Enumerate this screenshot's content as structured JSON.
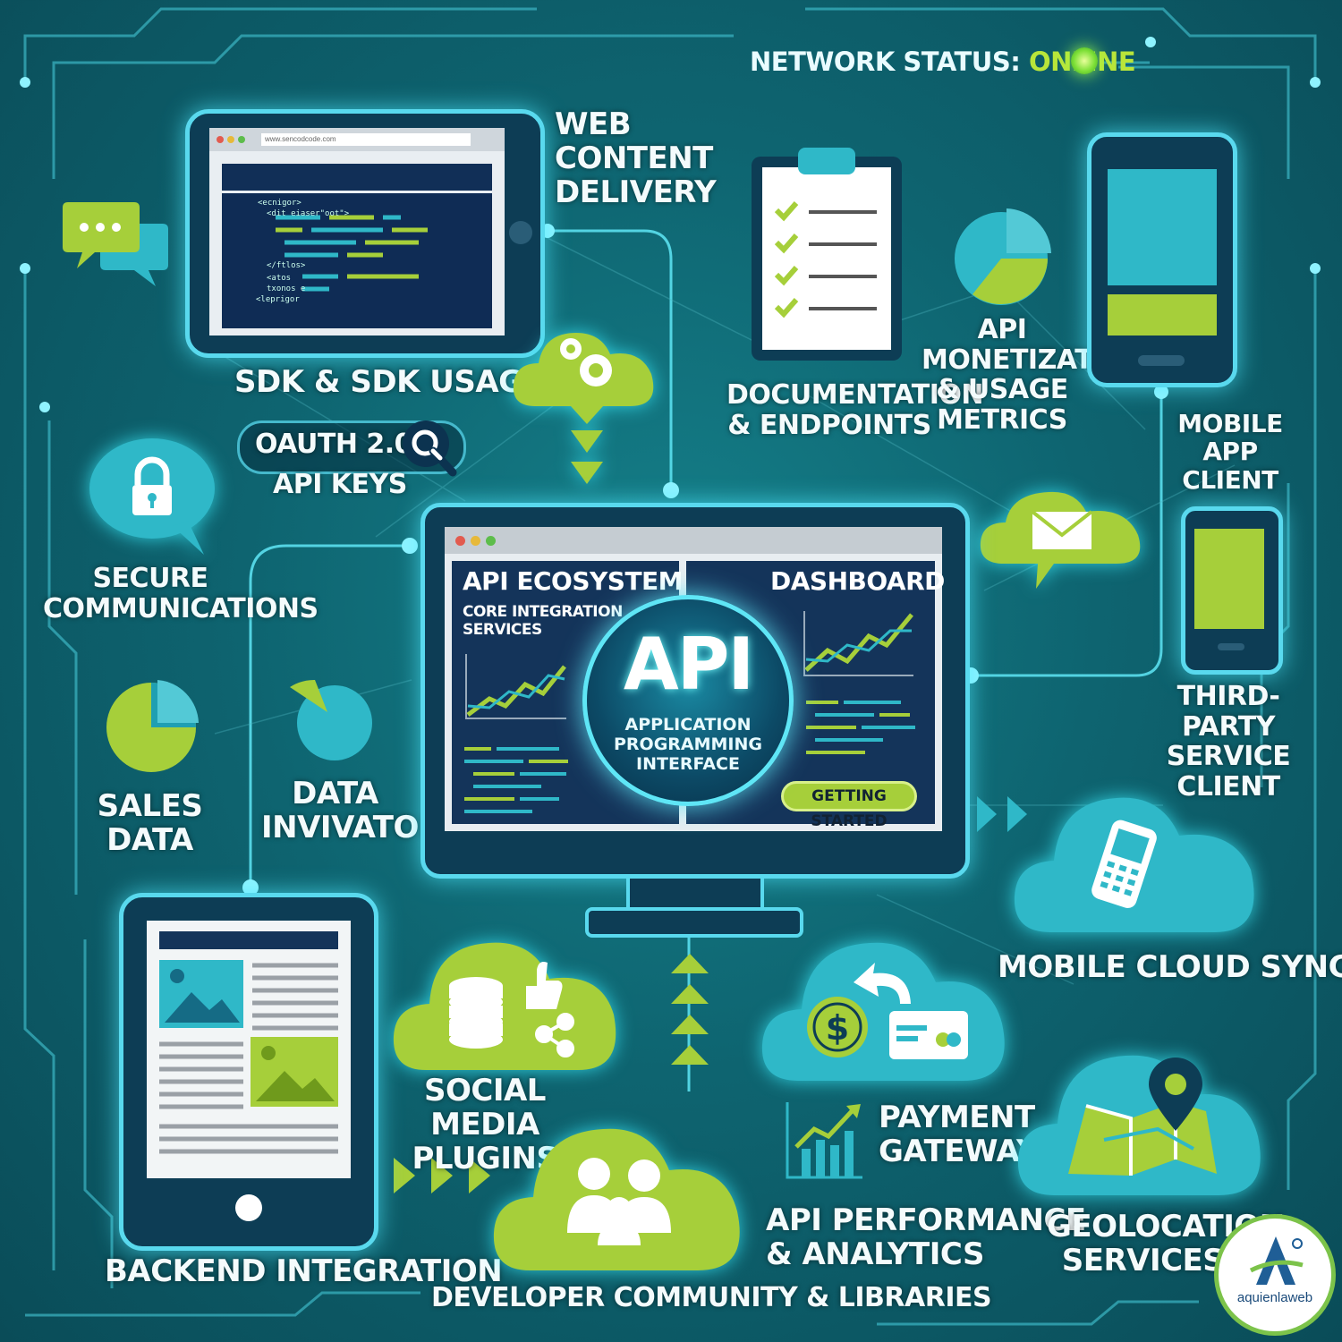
{
  "status": {
    "prefix": "NETWORK STATUS:",
    "value": "ONLINE"
  },
  "labels": {
    "web_content": "WEB\nCONTENT\nDELIVERY",
    "sdk": "SDK & SDK USAGE",
    "oauth_line1": "OAUTH 2.0 /",
    "oauth_line2": "API KEYS",
    "secure": "SECURE\nCOMMUNICATIONS",
    "documentation": "DOCUMENTATION\n& ENDPOINTS",
    "monetization": "API\nMONETIZATION\n& USAGE\nMETRICS",
    "mobile_app": "MOBILE APP\nCLIENT",
    "third_party": "THIRD-PARTY\nSERVICE\nCLIENT",
    "sales": "SALES\nDATA",
    "data_invivator": "DATA\nINVIVATOR",
    "mobile_cloud": "MOBILE CLOUD SYNC",
    "social": "SOCIAL MEDIA\nPLUGINS",
    "payment": "PAYMENT\nGATEWAY",
    "performance": "API PERFORMANCE\n& ANALYTICS",
    "geolocation": "GEOLOCATION\nSERVICES",
    "backend": "BACKEND INTEGRATION",
    "developer": "DEVELOPER COMMUNITY & LIBRARIES"
  },
  "dashboard": {
    "panel_left_title": "API ECOSYSTEM",
    "panel_left_sub": "CORE INTEGRATION\nSERVICES",
    "panel_right_title": "DASHBOARD",
    "api_big": "API",
    "api_full": "APPLICATION\nPROGRAMMING\nINTERFACE",
    "button": "GETTING STARTED"
  },
  "browser": {
    "url": "www.sencodcode.com"
  },
  "code_lines": [
    "<ecnigor>",
    "<dit eiaser\"oot\">",
    "</ftlos>",
    "<atos",
    "txonos e",
    "<leprigor"
  ],
  "logo": {
    "text": "aquienlaweb"
  },
  "colors": {
    "accent_green": "#a6cf3a",
    "accent_cyan": "#2fb8c8",
    "background": "#0e6470"
  }
}
